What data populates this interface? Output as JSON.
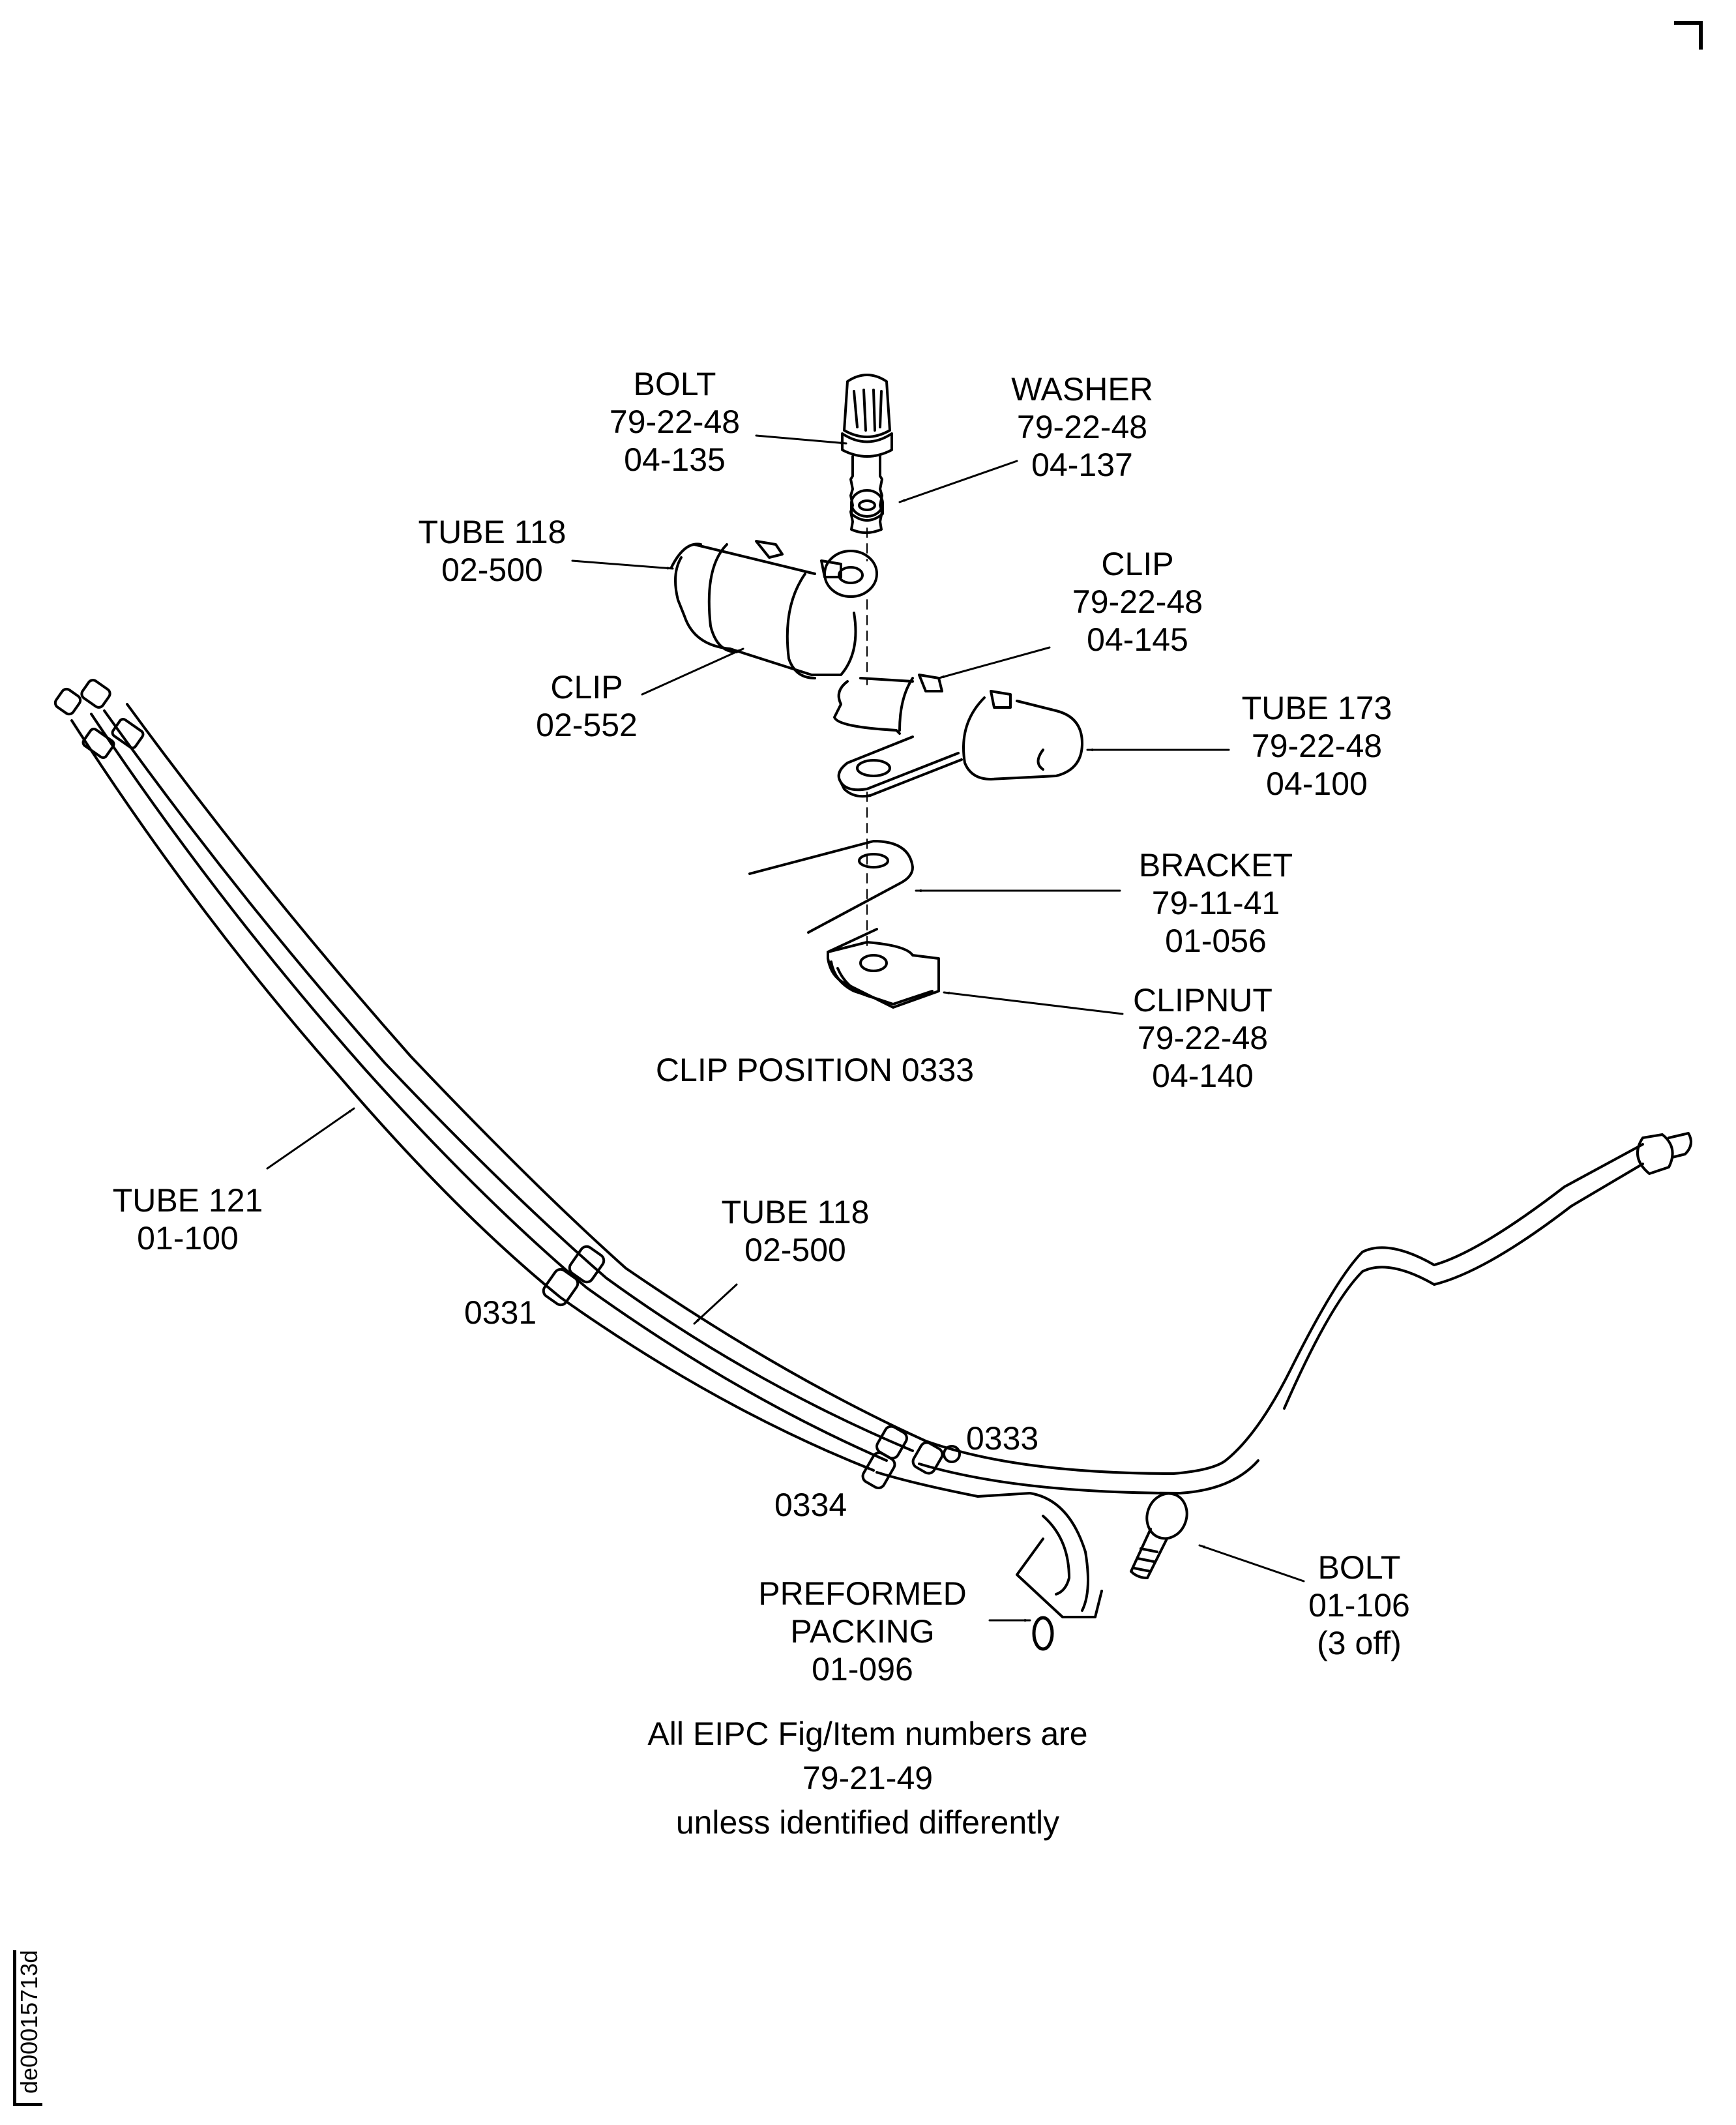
{
  "drawing": {
    "document_id": "de00015713d",
    "clip_position_title": "CLIP POSITION 0333",
    "callouts": {
      "bolt_top": {
        "name": "BOLT",
        "fig": "79-22-48",
        "item": "04-135"
      },
      "washer": {
        "name": "WASHER",
        "fig": "79-22-48",
        "item": "04-137"
      },
      "tube_118_detail": {
        "name": "TUBE 118",
        "item": "02-500"
      },
      "clip_02_552": {
        "name": "CLIP",
        "item": "02-552"
      },
      "clip_04_145": {
        "name": "CLIP",
        "fig": "79-22-48",
        "item": "04-145"
      },
      "tube_173": {
        "name": "TUBE 173",
        "fig": "79-22-48",
        "item": "04-100"
      },
      "bracket": {
        "name": "BRACKET",
        "fig": "79-11-41",
        "item": "01-056"
      },
      "clipnut": {
        "name": "CLIPNUT",
        "fig": "79-22-48",
        "item": "04-140"
      },
      "tube_121": {
        "name": "TUBE 121",
        "item": "01-100"
      },
      "tube_118_main": {
        "name": "TUBE 118",
        "item": "02-500"
      },
      "preformed_packing": {
        "name_line1": "PREFORMED",
        "name_line2": "PACKING",
        "item": "01-096"
      },
      "bolt_bottom": {
        "name": "BOLT",
        "item": "01-106",
        "qty": "(3 off)"
      }
    },
    "clip_positions": [
      "0331",
      "0333",
      "0334"
    ],
    "note": {
      "line1": "All EIPC Fig/Item numbers are",
      "line2": "79-21-49",
      "line3": "unless identified differently"
    }
  }
}
